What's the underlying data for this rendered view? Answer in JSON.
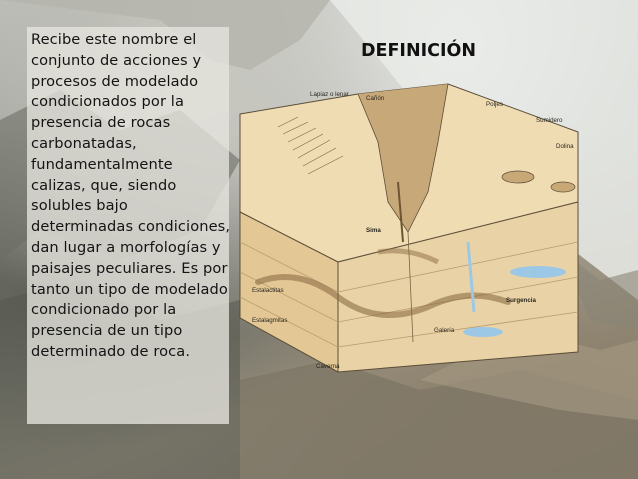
{
  "slide": {
    "title": "DEFINICIÓN",
    "body": "Recibe este nombre el conjunto de acciones y procesos de modelado condicionados por la presencia de rocas carbonatadas, fundamentalmente calizas, que, siendo solubles bajo determinadas condiciones, dan lugar a morfologías y paisajes peculiares. Es por tanto un tipo de modelado condicionado por la presencia de un tipo determinado de roca."
  },
  "diagram": {
    "labels": {
      "lapiaz": "Lapiaz o lenar",
      "canon": "Cañón",
      "poljes": "Poljes",
      "sumidero": "Sumidero",
      "dolina": "Dolina",
      "sima": "Sima",
      "estalactitas": "Estalactitas",
      "estalagmitas": "Estalagmitas",
      "surgencia": "Surgencia",
      "galeria": "Galería",
      "caverna": "Caverna"
    }
  }
}
